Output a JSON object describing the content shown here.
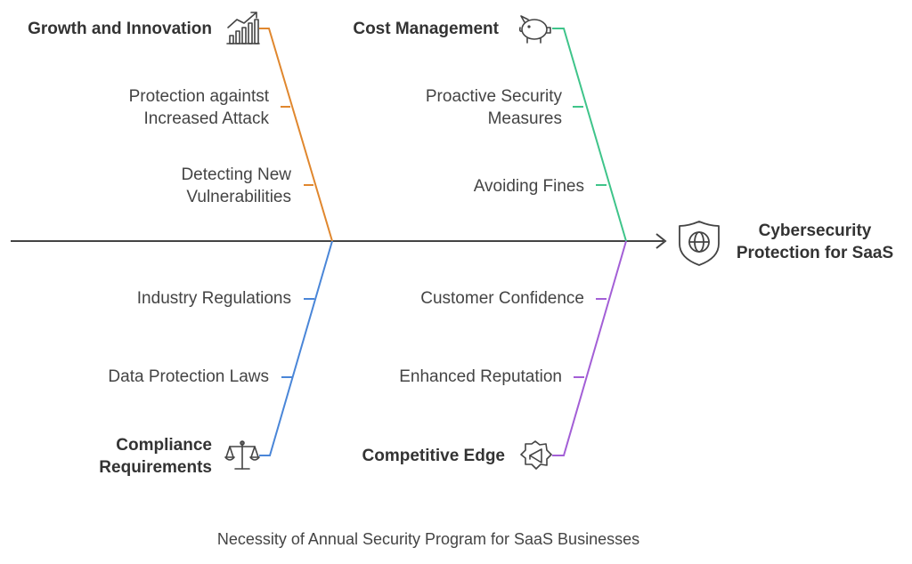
{
  "diagram": {
    "effect": "Cybersecurity\nProtection for SaaS",
    "caption": "Necessity of Annual Security Program for SaaS Businesses",
    "categories": [
      {
        "name": "Growth and Innovation",
        "color": "#e0872e",
        "icon": "growth-chart-icon",
        "causes": [
          "Protection againtst\nIncreased Attack",
          "Detecting New\nVulnerabilities"
        ]
      },
      {
        "name": "Cost Management",
        "color": "#3fc48a",
        "icon": "piggy-bank-icon",
        "causes": [
          "Proactive Security\nMeasures",
          "Avoiding Fines"
        ]
      },
      {
        "name": "Compliance\nRequirements",
        "color": "#4a86d8",
        "icon": "scales-icon",
        "causes": [
          "Industry Regulations",
          "Data Protection Laws"
        ]
      },
      {
        "name": "Competitive Edge",
        "color": "#a35fd6",
        "icon": "megaphone-badge-icon",
        "causes": [
          "Customer Confidence",
          "Enhanced Reputation"
        ]
      }
    ],
    "effect_icon": "shield-globe-icon"
  }
}
